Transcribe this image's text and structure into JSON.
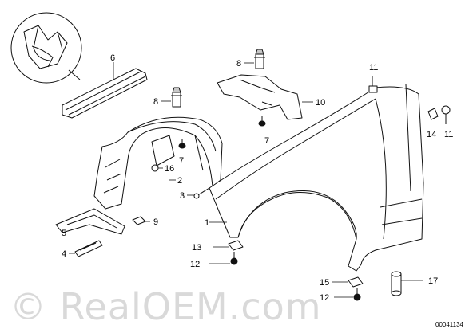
{
  "diagram": {
    "callouts": [
      {
        "id": "c1",
        "label": "1"
      },
      {
        "id": "c2",
        "label": "2"
      },
      {
        "id": "c3",
        "label": "3"
      },
      {
        "id": "c4",
        "label": "4"
      },
      {
        "id": "c5",
        "label": "5"
      },
      {
        "id": "c6",
        "label": "6"
      },
      {
        "id": "c7a",
        "label": "7"
      },
      {
        "id": "c7b",
        "label": "7"
      },
      {
        "id": "c8a",
        "label": "8"
      },
      {
        "id": "c8b",
        "label": "8"
      },
      {
        "id": "c9",
        "label": "9"
      },
      {
        "id": "c10",
        "label": "10"
      },
      {
        "id": "c11a",
        "label": "11"
      },
      {
        "id": "c11b",
        "label": "11"
      },
      {
        "id": "c12a",
        "label": "12"
      },
      {
        "id": "c12b",
        "label": "12"
      },
      {
        "id": "c13",
        "label": "13"
      },
      {
        "id": "c14",
        "label": "14"
      },
      {
        "id": "c15",
        "label": "15"
      },
      {
        "id": "c16",
        "label": "16"
      },
      {
        "id": "c17",
        "label": "17"
      }
    ],
    "watermark": "© RealOEM.com",
    "reference_code": "00041134"
  }
}
